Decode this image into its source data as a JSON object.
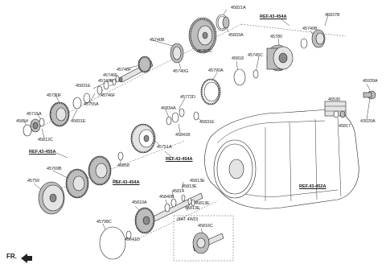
{
  "parts": {
    "p45821A": "45821A",
    "p45833A": "45833A",
    "p45740B_a": "45740B",
    "p45767C": "45767C",
    "p45740G": "45740G",
    "p45746F": "45746F",
    "p45740E": "45740E",
    "p45746F_b": "45746F",
    "p45831E_a": "45831E",
    "p45755A": "45755A",
    "p45746F_c": "45746F",
    "p45720F": "45720F",
    "p45831E_b": "45831E",
    "p45715A": "45715A",
    "p45854": "45854",
    "p45812C": "45812C",
    "p45780": "45780",
    "p45740B_b": "45740B",
    "p45837B": "45837B",
    "p45745C": "45745C",
    "p45818": "45818",
    "p45790A": "45790A",
    "p45772D": "45772D",
    "p45834A": "45834A",
    "p45841B": "45841B",
    "p45831E_c": "45831E",
    "p45751A": "45751A",
    "p45939A": "45939A",
    "p46530": "46530",
    "p45817": "45817",
    "p43020A": "43020A",
    "p45750": "45750",
    "p45769B": "45769B",
    "p45858": "45858",
    "p45813E_a": "45813E",
    "p45814": "45814",
    "p45813E_b": "45813E",
    "p45840B": "45840B",
    "p45813E_c": "45813E",
    "p45813E_d": "45813E",
    "p45810A": "45810A",
    "p45798C": "45798C",
    "p45641D": "45641D",
    "p45816C": "45816C"
  },
  "refs": {
    "r1": "REF.43-454A",
    "r2": "REF.43-455A",
    "r3": "REF.43-454A",
    "r4": "REF.43-454A",
    "r5": "REF.43-452A"
  },
  "variant_note": "(8AT 4WD)",
  "direction": "FR."
}
